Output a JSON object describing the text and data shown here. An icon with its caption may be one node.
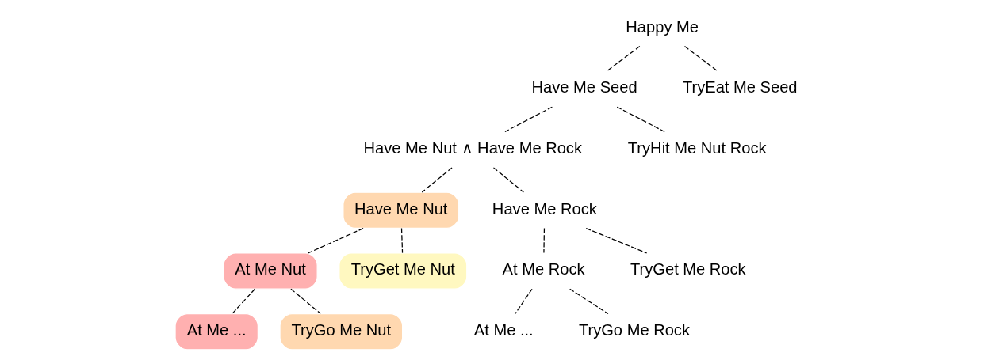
{
  "diagram": {
    "nodes": [
      {
        "text": [
          "Happy Me"
        ]
      },
      {
        "text": [
          "Have Me Seed"
        ]
      },
      {
        "text": [
          "TryEat Me Seed"
        ]
      },
      {
        "text": [
          "Have Me Nut ∧ Have Me Rock"
        ]
      },
      {
        "text": [
          "TryHit Me Nut Rock"
        ]
      },
      {
        "text": [
          "Have Me Nut"
        ]
      },
      {
        "text": [
          "Have Me Rock"
        ]
      },
      {
        "text": [
          "At Me Nut"
        ]
      },
      {
        "text": [
          "TryGet Me Nut"
        ]
      },
      {
        "text": [
          "At Me Rock"
        ]
      },
      {
        "text": [
          "TryGet Me Rock"
        ]
      },
      {
        "text": [
          "At Me ..."
        ]
      },
      {
        "text": [
          "TryGo Me Nut"
        ]
      },
      {
        "text": [
          "At Me ..."
        ]
      },
      {
        "text": [
          "TryGo Me Rock"
        ]
      }
    ],
    "edges": [
      {
        "from": 0,
        "to": 1,
        "arrow": "none",
        "style": "dashed"
      },
      {
        "from": 0,
        "to": 2,
        "arrow": "none",
        "style": "dashed"
      },
      {
        "from": 1,
        "to": 3,
        "arrow": "none",
        "style": "dashed"
      },
      {
        "from": 1,
        "to": 4,
        "arrow": "none",
        "style": "dashed"
      },
      {
        "from": 3,
        "to": 5,
        "arrow": "none",
        "style": "dashed"
      },
      {
        "from": 3,
        "to": 6,
        "arrow": "none",
        "style": "dashed"
      },
      {
        "from": 5,
        "to": 7,
        "arrow": "none",
        "style": "dashed"
      },
      {
        "from": 5,
        "to": 8,
        "arrow": "none",
        "style": "dashed"
      },
      {
        "from": 6,
        "to": 9,
        "arrow": "none",
        "style": "dashed"
      },
      {
        "from": 6,
        "to": 10,
        "arrow": "none",
        "style": "dashed"
      },
      {
        "from": 7,
        "to": 11,
        "arrow": "none",
        "style": "dashed"
      },
      {
        "from": 7,
        "to": 12,
        "arrow": "none",
        "style": "dashed"
      },
      {
        "from": 9,
        "to": 13,
        "arrow": "none",
        "style": "dashed"
      },
      {
        "from": 9,
        "to": 14,
        "arrow": "none",
        "style": "dashed"
      }
    ]
  }
}
